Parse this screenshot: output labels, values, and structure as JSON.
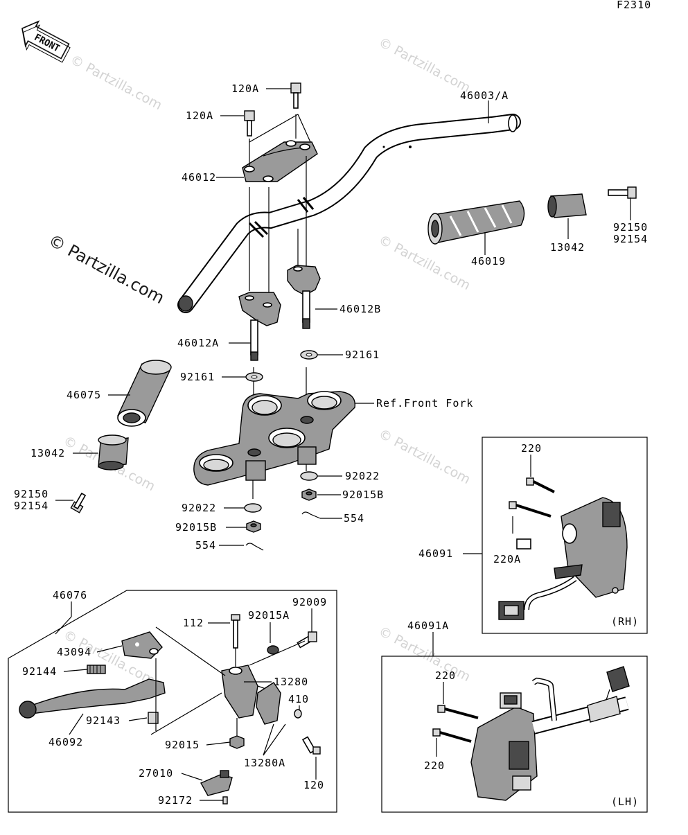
{
  "figure_code": "F2310",
  "front_arrow_label": "FRONT",
  "watermarks": {
    "small": "© Partzilla.com",
    "large": "© Partzilla.com"
  },
  "parts": {
    "p120a_top": "120A",
    "p120a_left": "120A",
    "p46003a": "46003/A",
    "p46012": "46012",
    "p46019": "46019",
    "p13042_right": "13042",
    "p92150_right": "92150",
    "p92154_right": "92154",
    "p46012b": "46012B",
    "p46012a": "46012A",
    "p92161_right": "92161",
    "p92161_left": "92161",
    "p46075": "46075",
    "ref_front_fork": "Ref.Front Fork",
    "p13042_left": "13042",
    "p92150_left": "92150",
    "p92154_left": "92154",
    "p92022_right": "92022",
    "p92022_left": "92022",
    "p92015b_right": "92015B",
    "p92015b_left": "92015B",
    "p554_right": "554",
    "p554_left": "554",
    "p220_rh": "220",
    "p220a_rh": "220A",
    "p46091": "46091",
    "rh_label": "(RH)",
    "p46076": "46076",
    "p112": "112",
    "p92015a": "92015A",
    "p92009": "92009",
    "p43094": "43094",
    "p13280": "13280",
    "p92144": "92144",
    "p410": "410",
    "p92143": "92143",
    "p46092": "46092",
    "p92015": "92015",
    "p13280a": "13280A",
    "p27010": "27010",
    "p120": "120",
    "p92172": "92172",
    "p46091a": "46091A",
    "p220_lh_top": "220",
    "p220_lh_bottom": "220",
    "lh_label": "(LH)"
  }
}
